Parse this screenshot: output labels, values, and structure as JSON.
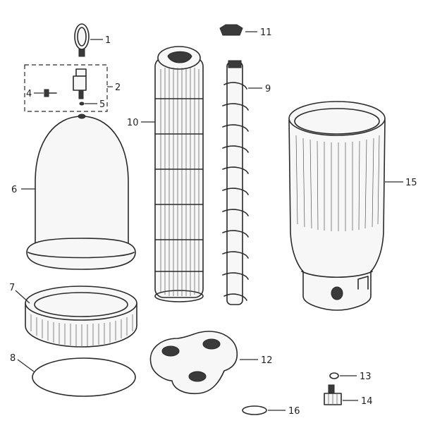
{
  "diagram": {
    "parts": [
      {
        "id": "1",
        "label": "1"
      },
      {
        "id": "2",
        "label": "2"
      },
      {
        "id": "4",
        "label": "4"
      },
      {
        "id": "5",
        "label": "5"
      },
      {
        "id": "6",
        "label": "6"
      },
      {
        "id": "7",
        "label": "7"
      },
      {
        "id": "8",
        "label": "8"
      },
      {
        "id": "9",
        "label": "9"
      },
      {
        "id": "10",
        "label": "10"
      },
      {
        "id": "11",
        "label": "11"
      },
      {
        "id": "12",
        "label": "12"
      },
      {
        "id": "13",
        "label": "13"
      },
      {
        "id": "14",
        "label": "14"
      },
      {
        "id": "15",
        "label": "15"
      },
      {
        "id": "16",
        "label": "16"
      }
    ],
    "colors": {
      "ink": "#2a2a2a",
      "background": "#ffffff"
    }
  }
}
